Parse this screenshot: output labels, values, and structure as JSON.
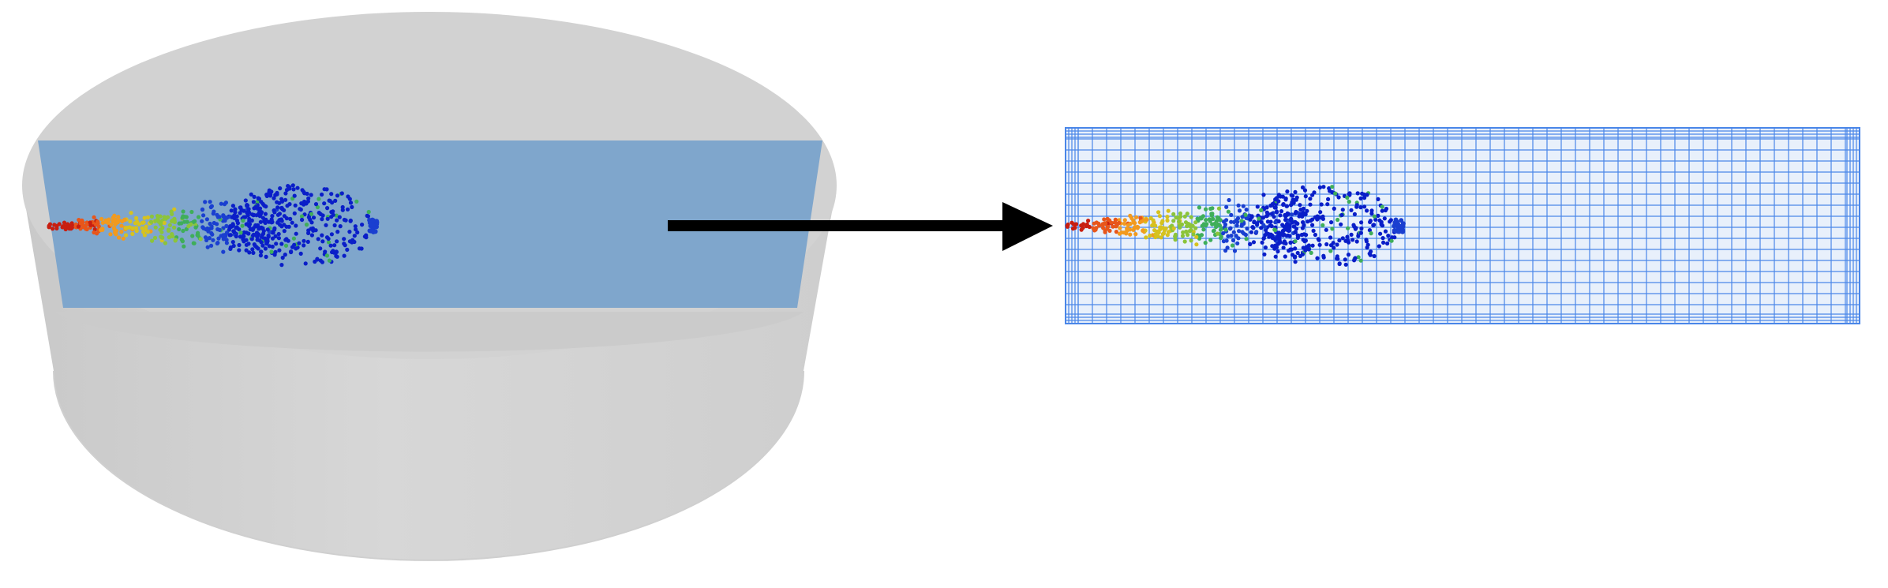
{
  "figure": {
    "panels": [
      {
        "id": "cylinder-domain",
        "shape": "cylinder",
        "has_cut_plane": true
      },
      {
        "id": "grid-domain",
        "shape": "rectangle",
        "has_mesh": true
      }
    ],
    "connector": {
      "direction": "right",
      "icon": "arrow-right-icon"
    },
    "spray": {
      "colormap": [
        "#c81e10",
        "#e8561a",
        "#f29a1e",
        "#d6c21f",
        "#8cc43a",
        "#3fae5a",
        "#1a3fd0",
        "#0a1ec8"
      ]
    },
    "colors": {
      "cylinder": "#d4d4d4",
      "cylinder_top": "#cdcdcd",
      "cut_plane": "#7fa6cc",
      "grid_fill": "#e8f0fb",
      "grid_line": "#4a86e8",
      "arrow": "#000000"
    }
  }
}
